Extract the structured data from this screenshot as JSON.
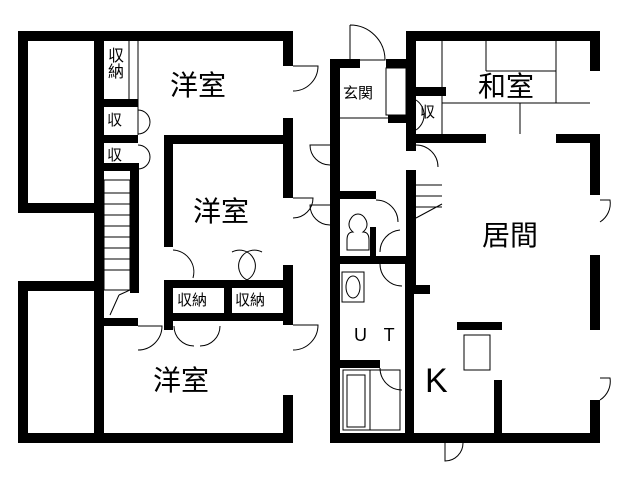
{
  "floor_plan": {
    "type": "two-floor apartment layout",
    "left_floor": {
      "rooms": [
        {
          "id": "western-room-1",
          "label": "洋室"
        },
        {
          "id": "western-room-2",
          "label": "洋室"
        },
        {
          "id": "western-room-3",
          "label": "洋室"
        },
        {
          "id": "storage-top",
          "label": "収納"
        },
        {
          "id": "storage-small-1",
          "label": "収"
        },
        {
          "id": "storage-small-2",
          "label": "収"
        },
        {
          "id": "storage-mid-1",
          "label": "収納"
        },
        {
          "id": "storage-mid-2",
          "label": "収納"
        }
      ]
    },
    "right_floor": {
      "rooms": [
        {
          "id": "entrance",
          "label": "玄関"
        },
        {
          "id": "japanese-room",
          "label": "和室"
        },
        {
          "id": "storage-japanese",
          "label": "収"
        },
        {
          "id": "living-room",
          "label": "居間"
        },
        {
          "id": "unit-bath",
          "label": "U T"
        },
        {
          "id": "kitchen",
          "label": "K"
        }
      ]
    },
    "colors": {
      "wall": "#000000",
      "background": "#ffffff",
      "line": "#000000"
    }
  }
}
